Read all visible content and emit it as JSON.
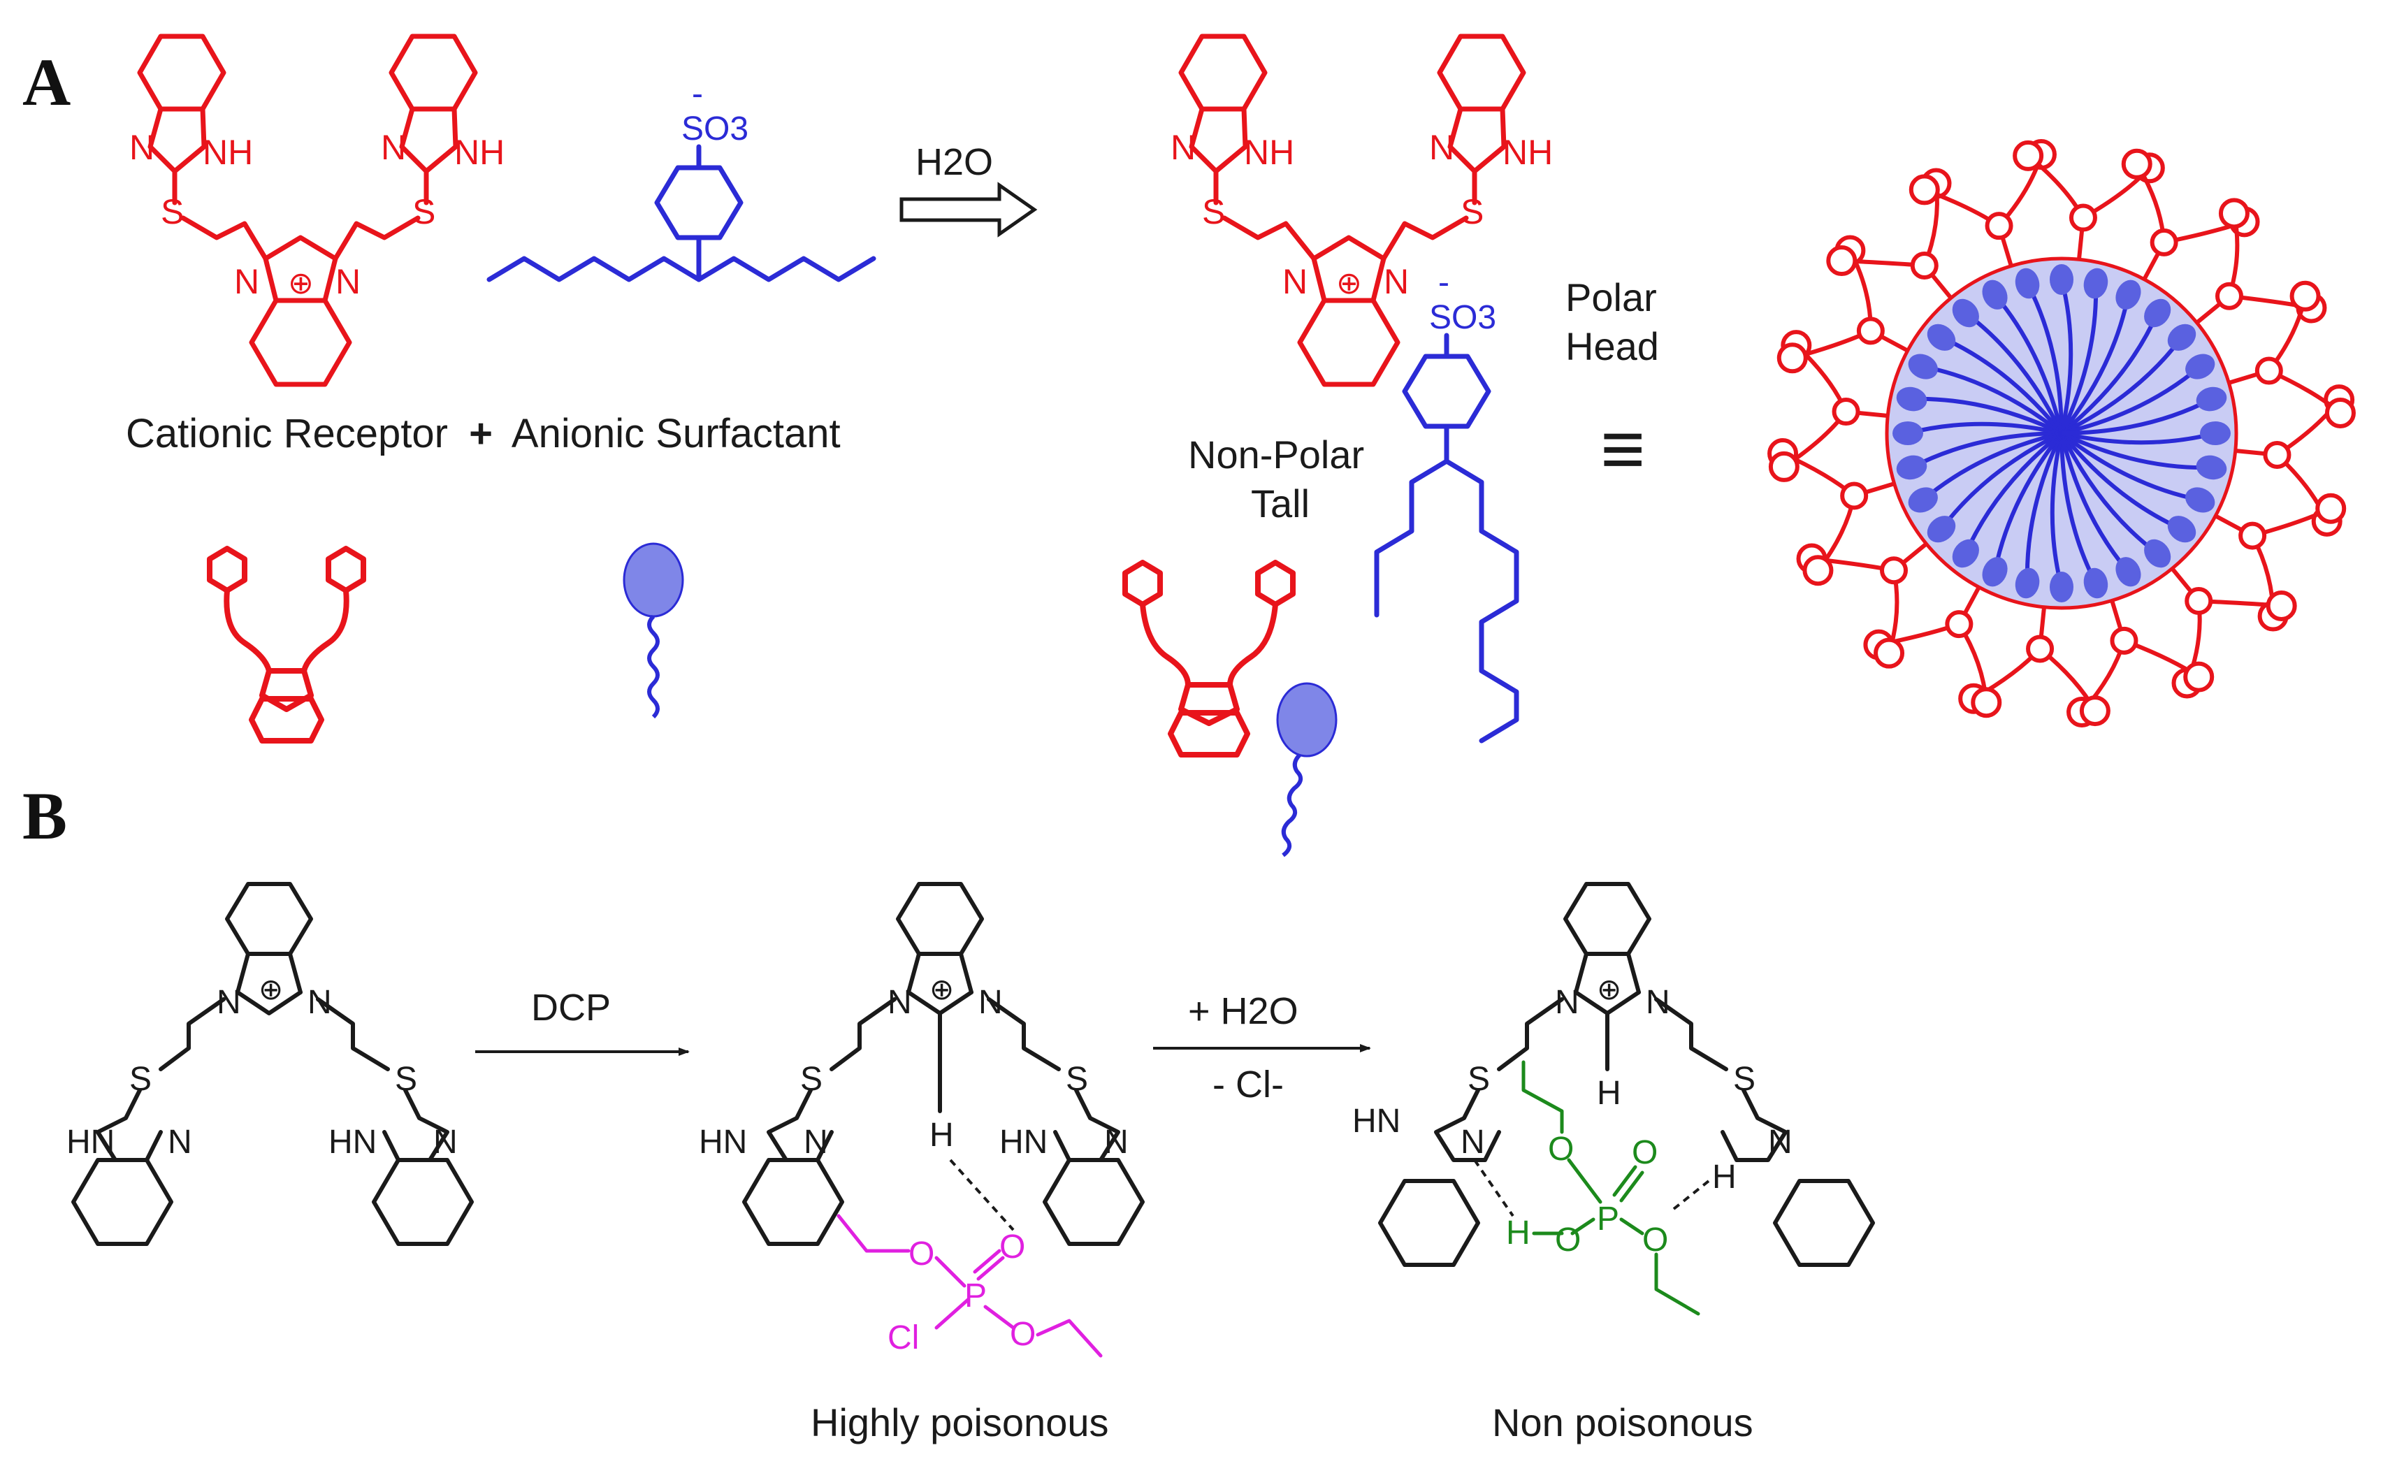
{
  "panels": {
    "a": "A",
    "b": "B"
  },
  "colors": {
    "receptor": "#e8141b",
    "surfactant": "#2b2bd6",
    "surfactant_light": "#9aa0e6",
    "ink": "#1a1a1a",
    "dcp": "#e020e0",
    "product": "#1c8a1c"
  },
  "panel_a": {
    "reaction_reagent": "H2O",
    "caption_left": "Cationic Receptor",
    "caption_plus": "+",
    "caption_right": "Anionic Surfactant",
    "polar_head": [
      "Polar",
      "Head"
    ],
    "non_polar_tail": [
      "Non-Polar",
      "Tall"
    ],
    "atoms": {
      "nh": "NH",
      "n": "N",
      "s": "S",
      "so3": "SO3",
      "minus": "-",
      "plus": "⊕",
      "equiv": "≡"
    }
  },
  "panel_b": {
    "step1_reagent": "DCP",
    "step2_reagent_top": "+ H2O",
    "step2_reagent_bottom": "- Cl-",
    "label_left": "Highly poisonous",
    "label_right": "Non poisonous",
    "atoms": {
      "hn": "HN",
      "n": "N",
      "s": "S",
      "h": "H",
      "p": "P",
      "o": "O",
      "cl": "Cl",
      "plus": "⊕"
    }
  }
}
